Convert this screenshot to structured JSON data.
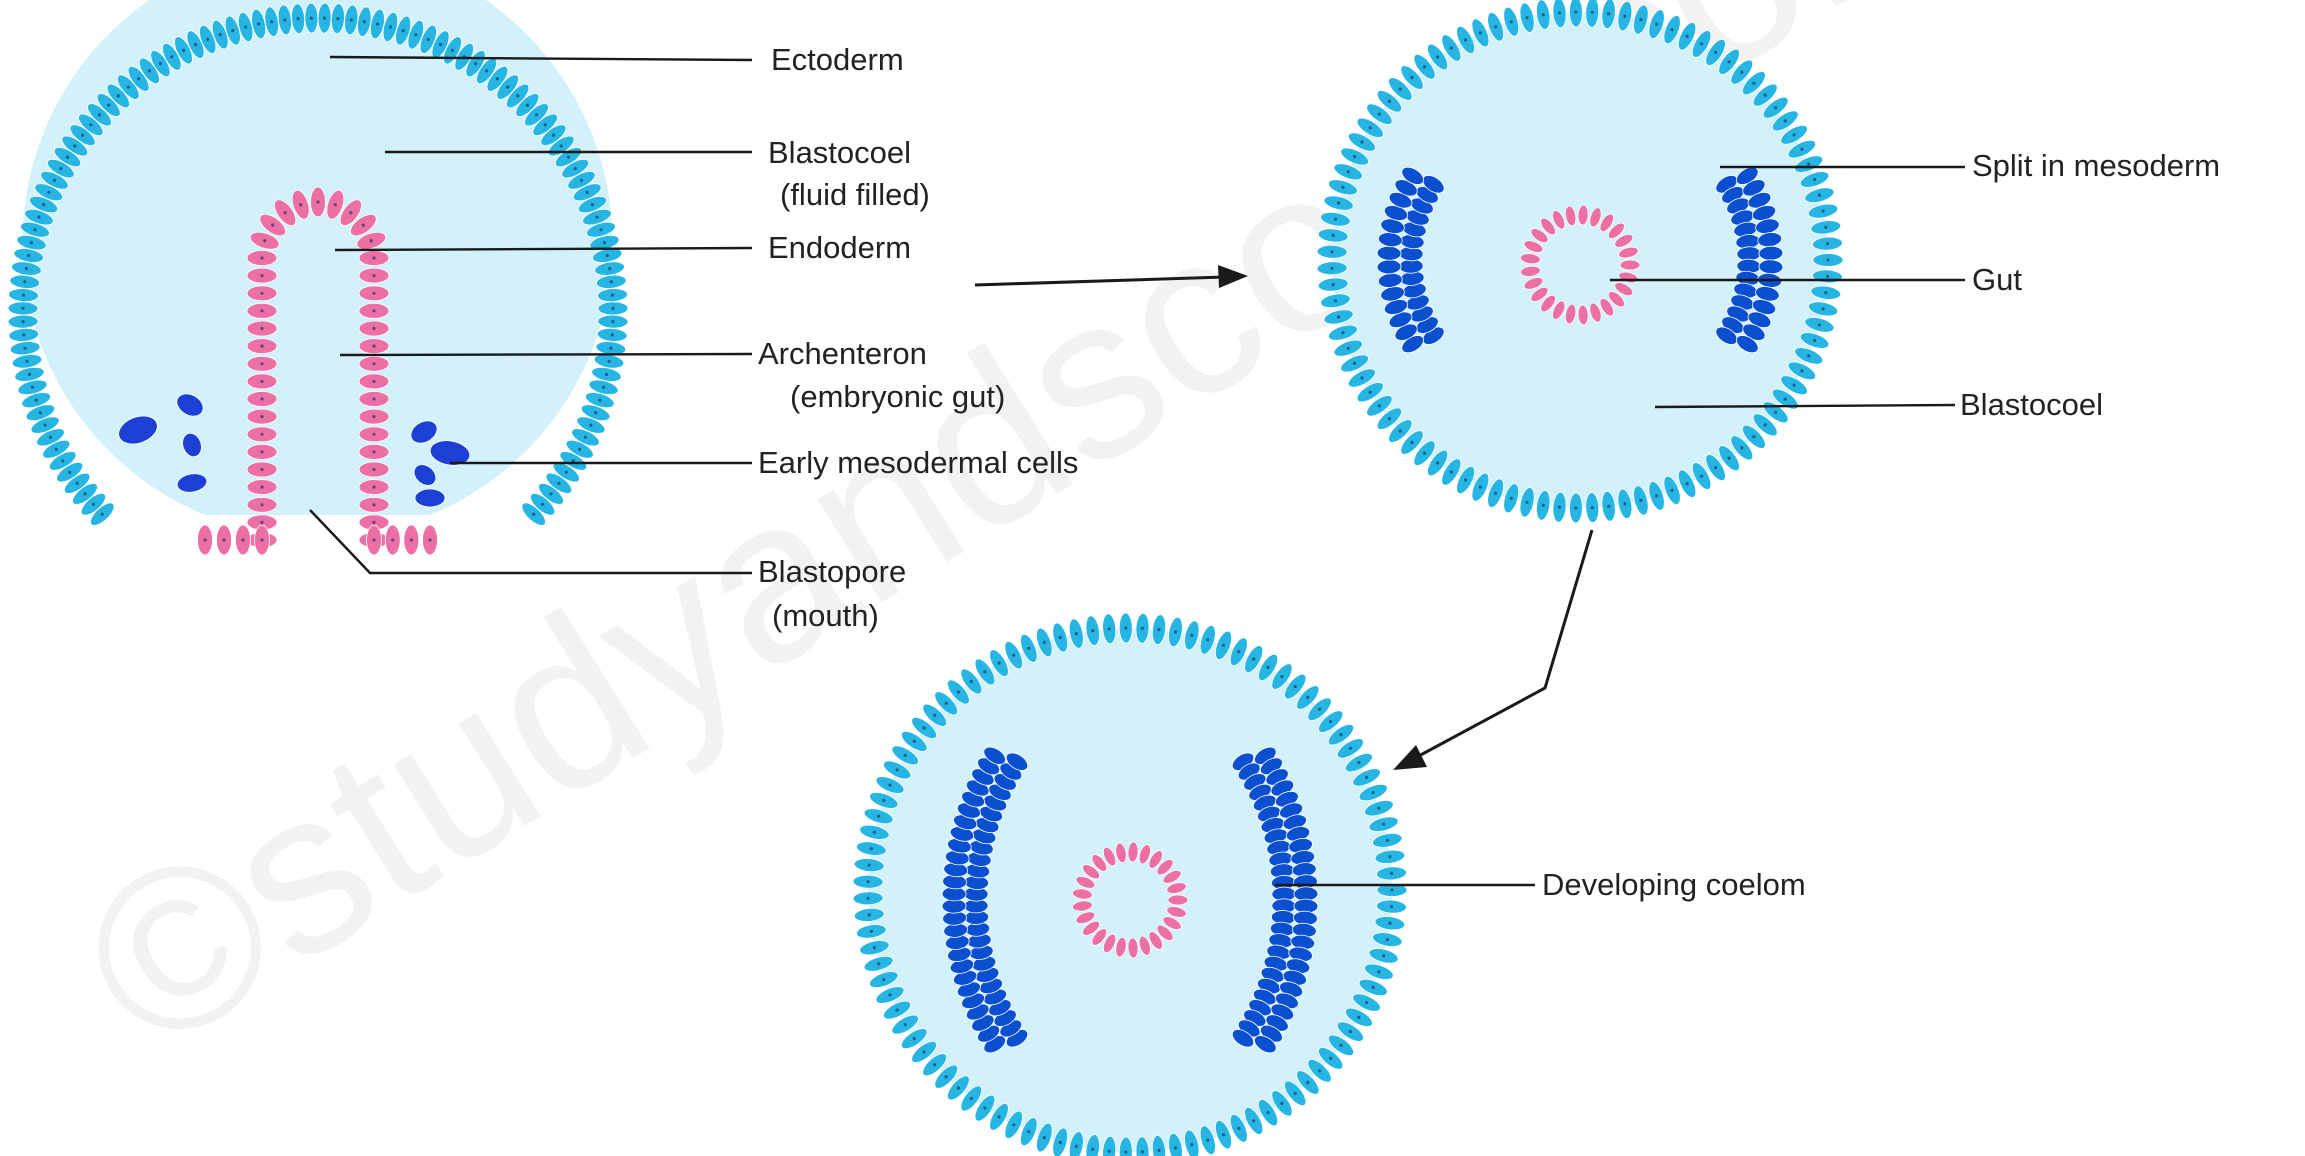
{
  "labels": {
    "ectoderm": "Ectoderm",
    "blastocoel_1": "Blastocoel",
    "blastocoel_1_note": "(fluid filled)",
    "endoderm": "Endoderm",
    "archenteron": "Archenteron",
    "archenteron_note": "(embryonic gut)",
    "early_mesodermal_cells": "Early mesodermal cells",
    "blastopore": "Blastopore",
    "blastopore_note": "(mouth)",
    "split_in_mesoderm": "Split in mesoderm",
    "gut": "Gut",
    "blastocoel_2": "Blastocoel",
    "developing_coelom": "Developing coelom"
  },
  "watermark": "©studyandscore.com",
  "colors": {
    "ectoderm": "#27b6e3",
    "blastocoel_fill": "#d2f1fa",
    "endoderm": "#ec6fa5",
    "mesoderm": "#0a4fd0",
    "mesoderm_early": "#1c3fd6",
    "text": "#222222",
    "leader_line": "#1a1a1a"
  }
}
